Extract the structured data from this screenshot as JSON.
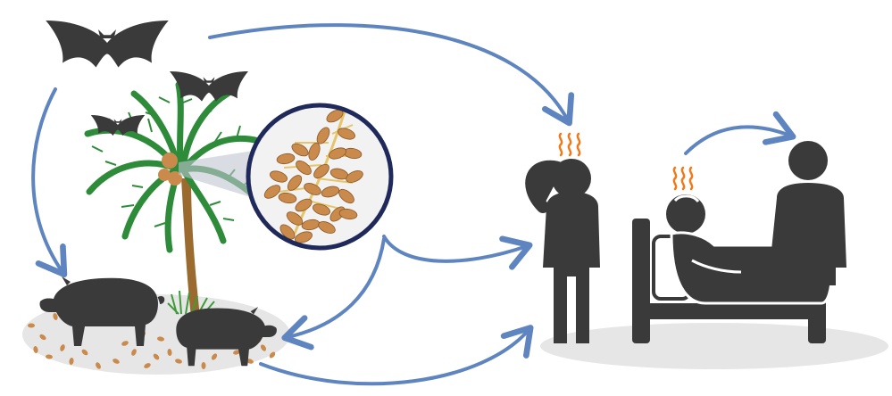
{
  "diagram": {
    "colors": {
      "arrow": "#5f85c0",
      "silhouette": "#3a3a3a",
      "ground": "#e6e6e6",
      "heat": "#f07a1a",
      "palm_green": "#2e8b3a",
      "trunk": "#9a6a2e",
      "date_fruit": "#c98a4b",
      "zoom_ring": "#1f2a5a",
      "zoom_bg": "#f2f2f2",
      "stem": "#e6c56a"
    },
    "icons": [
      "bat-icon",
      "palm-tree-icon",
      "date-cluster-icon",
      "pig-icon",
      "sick-person-icon",
      "bedridden-patient-icon",
      "caregiver-icon",
      "fever-heat-icon"
    ],
    "transmission_paths": [
      "bats-to-sick-person",
      "bats-to-pigs",
      "dates-to-sick-person",
      "dates-to-pigs",
      "pigs-to-sick-person",
      "patient-to-caregiver"
    ]
  }
}
